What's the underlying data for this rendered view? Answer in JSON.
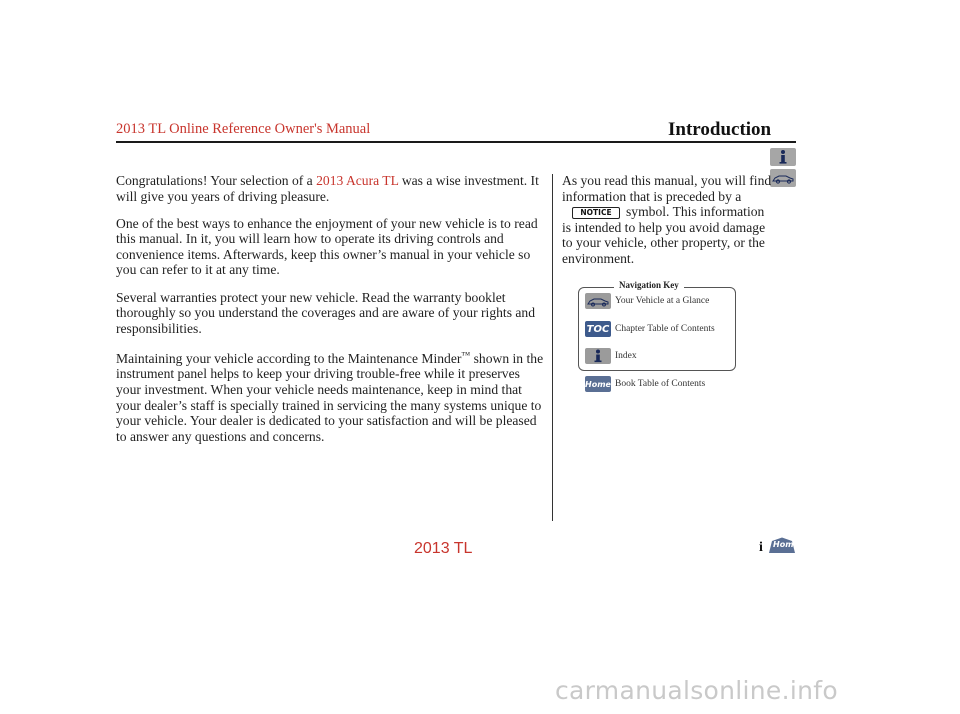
{
  "header": {
    "manual_title": "2013 TL Online Reference Owner's Manual",
    "section_title": "Introduction"
  },
  "sidebar": {
    "index_tab_icon": "info-icon",
    "vehicle_tab_icon": "car-icon"
  },
  "body": {
    "paragraph1": {
      "before": "Congratulations! Your selection of a ",
      "link": "2013 Acura TL",
      "after": " was a wise investment. It will give you years of driving pleasure."
    },
    "paragraph2": "One of the best ways to enhance the enjoyment of your new vehicle is to read this manual. In it, you will learn how to operate its driving controls and convenience items. Afterwards, keep this owner’s manual in your vehicle so you can refer to it at any time.",
    "paragraph3": "Several warranties protect your new vehicle. Read the warranty booklet thoroughly so you understand the coverages and are aware of your rights and responsibilities.",
    "paragraph4": {
      "before": "Maintaining your vehicle according to the Maintenance Minder",
      "tm": "™",
      "after": " shown in the instrument panel helps to keep your driving trouble-free while it preserves your investment. When your vehicle needs maintenance, keep in mind that your dealer’s staff is specially trained in servicing the many systems unique to your vehicle. Your dealer is dedicated to your satisfaction and will be pleased to answer any questions and concerns."
    },
    "notice_para": {
      "before": "As you read this manual, you will find information that is preceded by a",
      "badge": "NOTICE",
      "after": "symbol. This information is intended to help you avoid damage to your vehicle, other property, or the environment."
    }
  },
  "nav_key": {
    "title": "Navigation Key",
    "items": [
      {
        "icon": "car-icon",
        "label": "Your Vehicle at a Glance"
      },
      {
        "icon": "toc-icon",
        "icon_text": "TOC",
        "label": "Chapter Table of Contents"
      },
      {
        "icon": "info-icon",
        "label": "Index"
      },
      {
        "icon": "home-icon",
        "icon_text": "Home",
        "label": "Book Table of Contents"
      }
    ]
  },
  "footer": {
    "model": "2013 TL",
    "page_number": "i",
    "home_icon_text": "Home"
  },
  "watermark": "carmanualsonline.info",
  "colors": {
    "accent_red": "#c8352d",
    "icon_gray": "#a6a6a6",
    "watermark_gray": "#c9c9c9"
  }
}
